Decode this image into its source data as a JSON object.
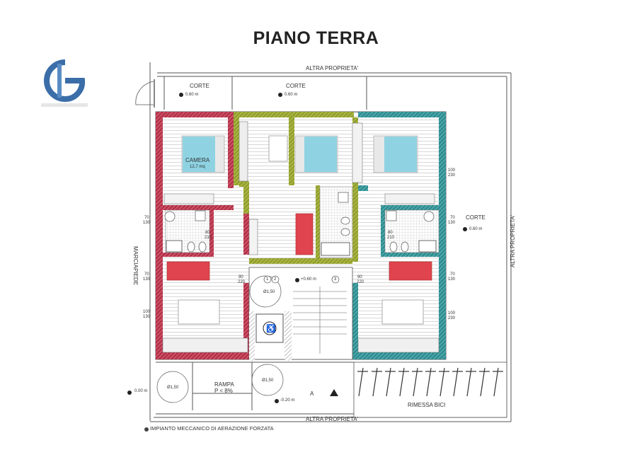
{
  "title": "PIANO TERRA",
  "logo": {
    "letters": "GG",
    "color": "#3b6ea8"
  },
  "labels": {
    "top_property": "ALTRA PROPRIETA'",
    "bottom_property": "ALTRA PROPRIETA'",
    "right_property": "ALTRA PROPRIETA'",
    "sidewalk": "MARCIAPIEDE",
    "corte_1": "CORTE",
    "corte_2": "CORTE",
    "corte_3": "CORTE",
    "camera": "CAMERA",
    "camera_area": "12,7 mq",
    "rampa": "RAMPA",
    "rampa_slope": "P < 8%",
    "bike_storage": "RIMESSA BICI",
    "section": "A"
  },
  "levels": {
    "corte_1": "0.60 m",
    "corte_2": "0.60 m",
    "corte_3": "0.60 m",
    "landing": "+0.60 m",
    "entrance": "0.00 m",
    "ramp_bottom": "-0.20 m"
  },
  "dimensions": {
    "window_left_1": [
      "70",
      "130"
    ],
    "window_left_2": [
      "70",
      "130"
    ],
    "window_left_3": [
      "100",
      "130"
    ],
    "window_right_1": [
      "100",
      "230"
    ],
    "window_right_2": [
      "70",
      "130"
    ],
    "window_right_3": [
      "70",
      "130"
    ],
    "window_right_4": [
      "100",
      "230"
    ],
    "door_left_bath": [
      "80",
      "210"
    ],
    "door_left_entry": [
      "90",
      "220"
    ],
    "door_right_entry": [
      "90",
      "220"
    ],
    "door_right_bath": [
      "80",
      "210"
    ],
    "door_bed": [
      "80",
      "210"
    ],
    "turning_circle": "Ø1,50"
  },
  "unit_markers": [
    "1",
    "2",
    "3"
  ],
  "legend": {
    "text": "IMPIANTO MECCANICO DI AERAZIONE FORZATA"
  },
  "colors": {
    "unit_left": "#b8324a",
    "unit_middle": "#a8b23a",
    "unit_right": "#2e8f92",
    "bed": "#8fd3e3",
    "sofa": "#e0444e",
    "wall_gray": "#9a9a9a"
  }
}
